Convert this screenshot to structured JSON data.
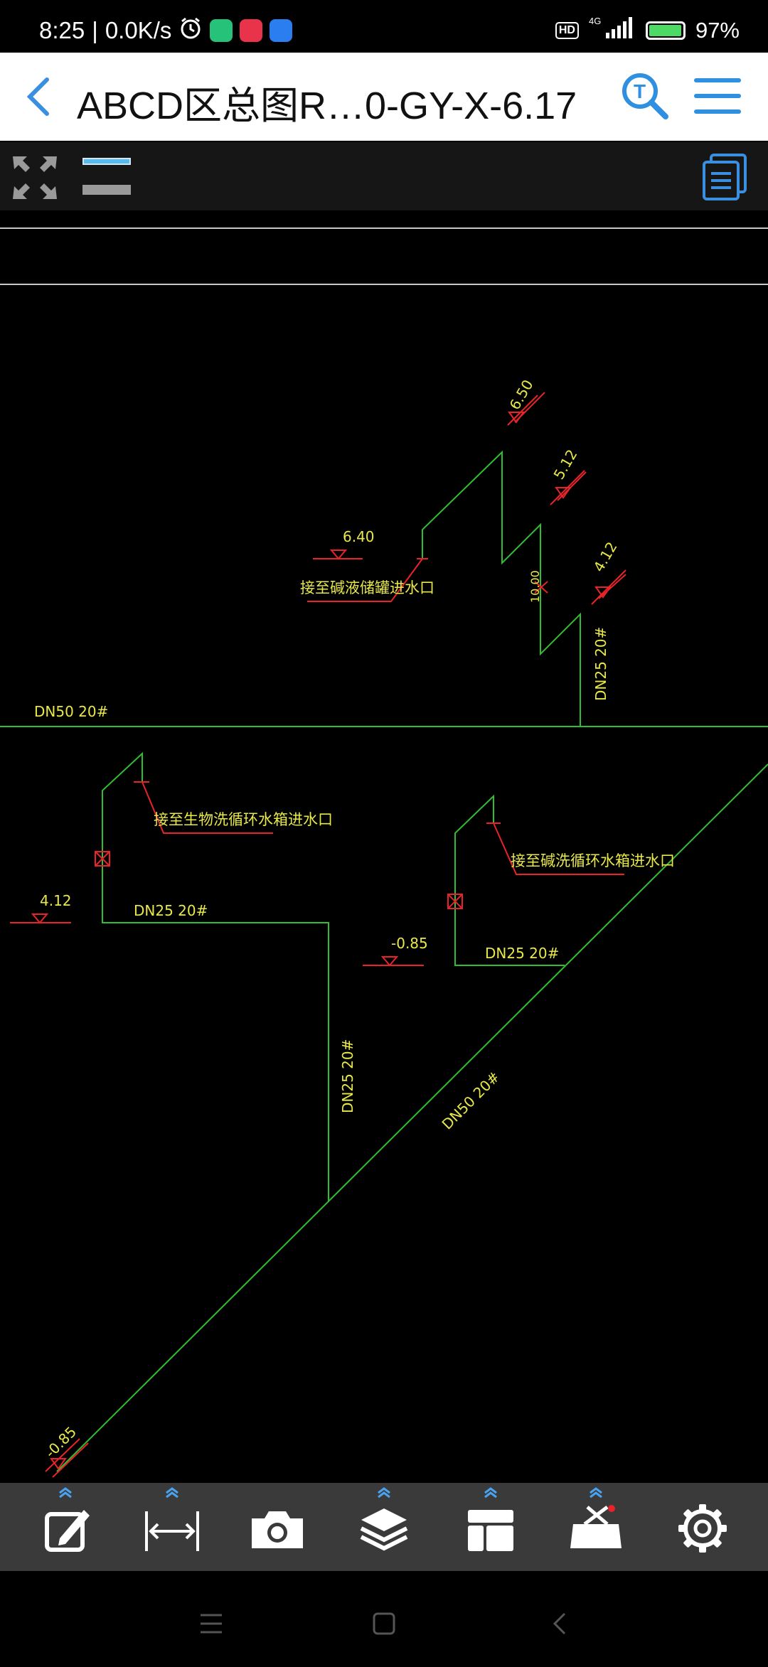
{
  "status_bar": {
    "time": "8:25",
    "separator": "|",
    "net_speed": "0.0K/s",
    "hd_badge": "HD",
    "network_type": "4G",
    "battery_percent": "97%",
    "battery_level": 0.97
  },
  "title_bar": {
    "title": "ABCD区总图R…0-GY-X-6.17"
  },
  "drawing": {
    "labels": {
      "elev_650": "6.50",
      "elev_512": "5.12",
      "elev_640": "6.40",
      "elev_412_right": "4.12",
      "valve_note": "10.00",
      "alkali_tank": "接至碱液储罐进水口",
      "pipe_dn25_vertical_right": "DN25  20#",
      "pipe_dn50_main": "DN50  20#",
      "bio_tank": "接至生物洗循环水箱进水口",
      "elev_412_left": "4.12",
      "pipe_dn25_left": "DN25  20#",
      "elev_085_mid": "-0.85",
      "alkali_wash_tank": "接至碱洗循环水箱进水口",
      "pipe_dn25_right": "DN25  20#",
      "pipe_dn25_vertical_mid": "DN25  20#",
      "pipe_dn50_diag": "DN50  20#",
      "elev_085_bottom": "-0.85"
    },
    "colors": {
      "pipe": "#2fbf2f",
      "text": "#e8e84a",
      "annotation": "#e8232a",
      "background": "#000000"
    }
  },
  "bottom_toolbar": {
    "items": [
      "edit",
      "measure",
      "camera",
      "layers",
      "layout",
      "tools",
      "settings"
    ]
  }
}
